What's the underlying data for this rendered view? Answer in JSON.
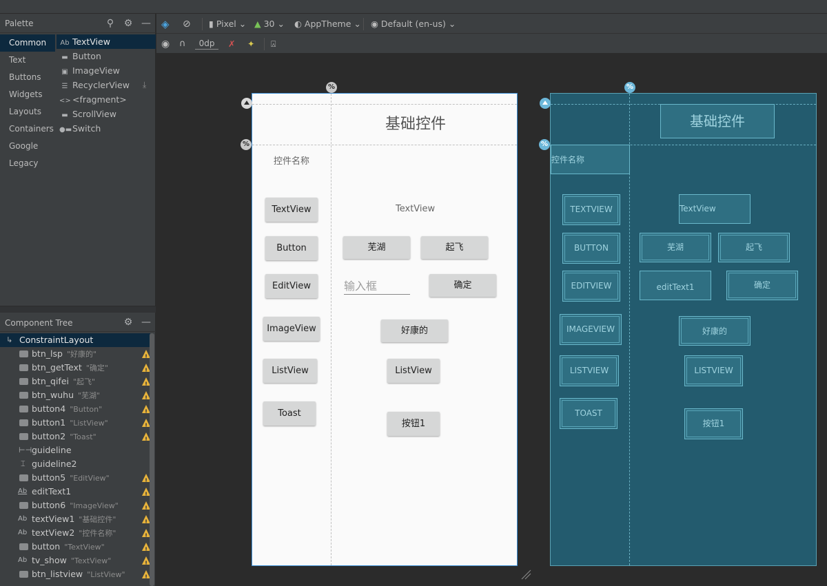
{
  "palette": {
    "title": "Palette",
    "categories": [
      {
        "label": "Common",
        "selected": true
      },
      {
        "label": "Text"
      },
      {
        "label": "Buttons"
      },
      {
        "label": "Widgets"
      },
      {
        "label": "Layouts"
      },
      {
        "label": "Containers"
      },
      {
        "label": "Google"
      },
      {
        "label": "Legacy"
      }
    ],
    "items": [
      {
        "icon": "Ab",
        "label": "TextView",
        "selected": true
      },
      {
        "icon": "button-icon",
        "label": "Button"
      },
      {
        "icon": "imageview-icon",
        "label": "ImageView"
      },
      {
        "icon": "list-icon",
        "label": "RecyclerView"
      },
      {
        "icon": "<>",
        "label": "<fragment>"
      },
      {
        "icon": "scrollview-icon",
        "label": "ScrollView"
      },
      {
        "icon": "switch-icon",
        "label": "Switch"
      }
    ]
  },
  "component_tree": {
    "title": "Component Tree",
    "root": "ConstraintLayout",
    "rows": [
      {
        "name": "btn_lsp",
        "value": "\"好康的\"",
        "icon": "button",
        "warn": true
      },
      {
        "name": "btn_getText",
        "value": "\"确定\"",
        "icon": "button",
        "warn": true
      },
      {
        "name": "btn_qifei",
        "value": "\"起飞\"",
        "icon": "button",
        "warn": true
      },
      {
        "name": "btn_wuhu",
        "value": "\"芜湖\"",
        "icon": "button",
        "warn": true
      },
      {
        "name": "button4",
        "value": "\"Button\"",
        "icon": "button",
        "warn": true
      },
      {
        "name": "button1",
        "value": "\"ListView\"",
        "icon": "button",
        "warn": true
      },
      {
        "name": "button2",
        "value": "\"Toast\"",
        "icon": "button",
        "warn": true
      },
      {
        "name": "guideline",
        "value": "",
        "icon": "guide-h",
        "warn": false
      },
      {
        "name": "guideline2",
        "value": "",
        "icon": "guide-v",
        "warn": false
      },
      {
        "name": "button5",
        "value": "\"EditView\"",
        "icon": "button",
        "warn": true
      },
      {
        "name": "editText1",
        "value": "",
        "icon": "edittext",
        "warn": true
      },
      {
        "name": "button6",
        "value": "\"ImageView\"",
        "icon": "button",
        "warn": true
      },
      {
        "name": "textView1",
        "value": "\"基础控件\"",
        "icon": "text",
        "warn": true
      },
      {
        "name": "textView2",
        "value": "\"控件名称\"",
        "icon": "text",
        "warn": true
      },
      {
        "name": "button",
        "value": "\"TextView\"",
        "icon": "button",
        "warn": true
      },
      {
        "name": "tv_show",
        "value": "\"TextView\"",
        "icon": "text",
        "warn": true
      },
      {
        "name": "btn_listview",
        "value": "\"ListView\"",
        "icon": "button",
        "warn": true
      }
    ]
  },
  "toolbar": {
    "device": "Pixel",
    "api": "30",
    "theme": "AppTheme",
    "locale": "Default (en-us)",
    "margin": "0dp"
  },
  "design": {
    "title": "基础控件",
    "label": "控件名称",
    "tv_show": "TextView",
    "edit_hint": "输入框",
    "left_buttons": [
      "TextView",
      "Button",
      "EditView",
      "ImageView",
      "ListView",
      "Toast"
    ],
    "btn_wuhu": "芜湖",
    "btn_qifei": "起飞",
    "btn_confirm": "确定",
    "btn_lsp": "好康的",
    "btn_listview": "ListView",
    "btn_button1": "按钮1"
  },
  "blueprint": {
    "title": "基础控件",
    "label": "控件名称",
    "tv_show": "TextView",
    "edit_id": "editText1",
    "left_buttons": [
      "TEXTVIEW",
      "BUTTON",
      "EDITVIEW",
      "IMAGEVIEW",
      "LISTVIEW",
      "TOAST"
    ],
    "btn_wuhu": "芜湖",
    "btn_qifei": "起飞",
    "btn_confirm": "确定",
    "btn_lsp": "好康的",
    "btn_listview": "LISTVIEW",
    "btn_button1": "按钮1"
  },
  "colors": {
    "accent_selection": "#0d293e",
    "blueprint_bg": "#235b6e",
    "warning": "#e8b33a"
  }
}
